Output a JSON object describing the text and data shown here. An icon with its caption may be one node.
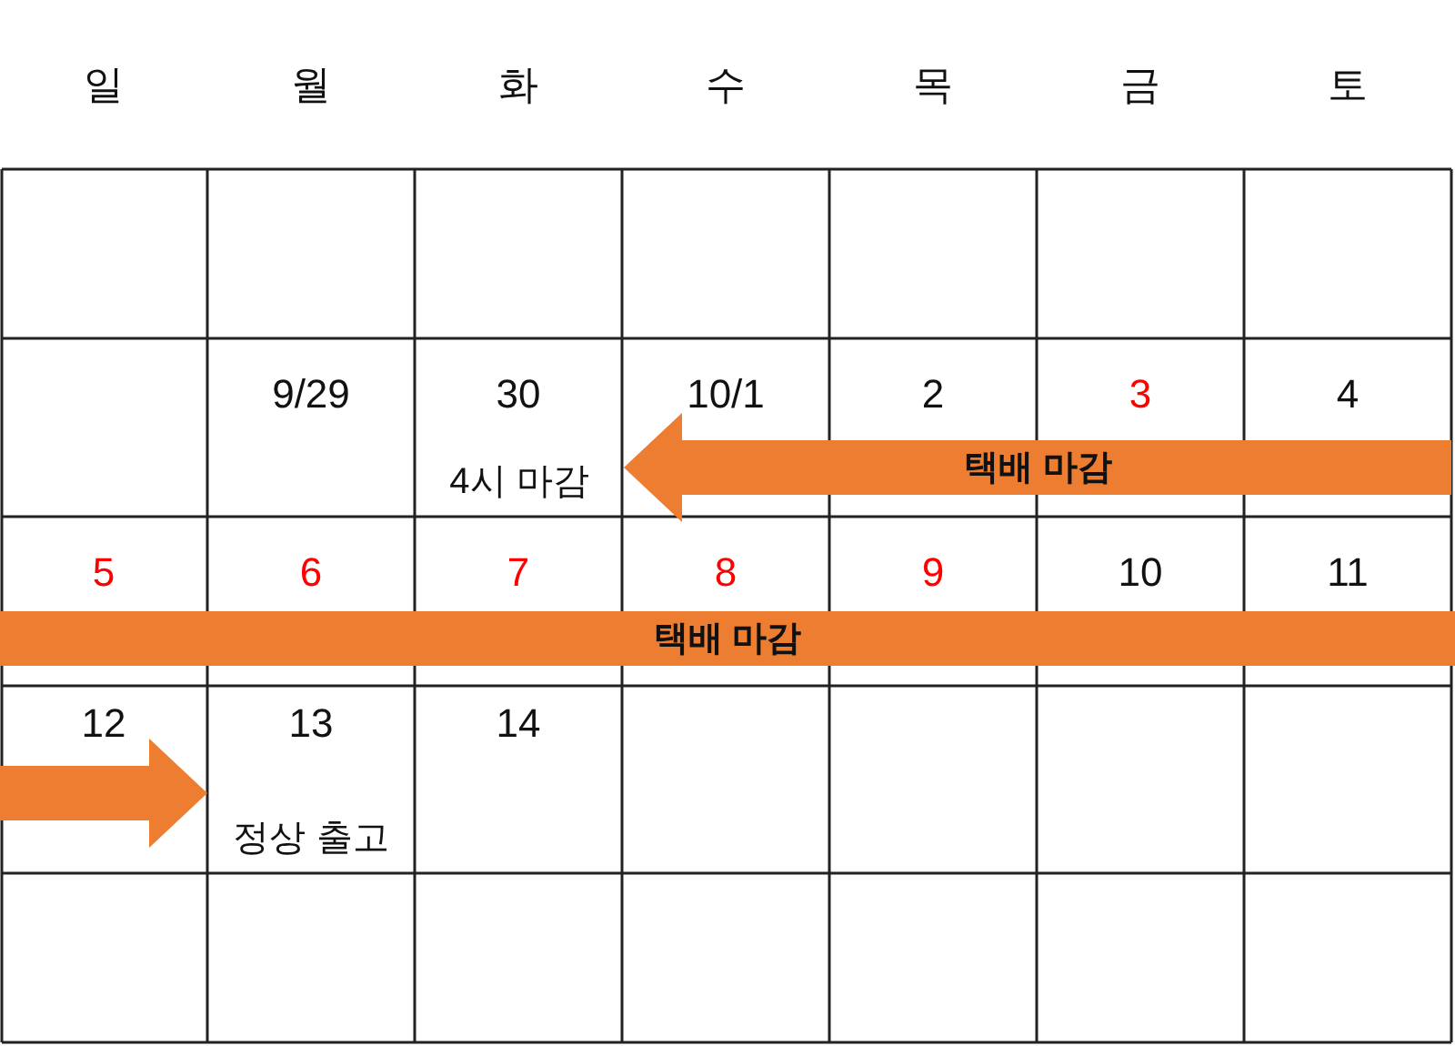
{
  "diagram": {
    "nodes": [
      {
        "text": [
          "4시 마감"
        ]
      },
      {
        "text": [
          "택배 마감"
        ]
      },
      {
        "text": [
          "정상 출고"
        ]
      }
    ],
    "edges": [
      {
        "from": null,
        "to": 0,
        "arrow": "to",
        "label": "택배 마감",
        "style": "thick",
        "color": "#ed7d31"
      },
      {
        "from": null,
        "to": 2,
        "arrow": "to",
        "style": "thick",
        "color": "#ed7d31"
      }
    ],
    "labels": [
      "일",
      "월",
      "화",
      "수",
      "목",
      "금",
      "토",
      "9/29",
      "30",
      "10/1",
      "2",
      "3",
      "4",
      "5",
      "6",
      "7",
      "8",
      "9",
      "10",
      "11",
      "12",
      "13",
      "14"
    ]
  }
}
